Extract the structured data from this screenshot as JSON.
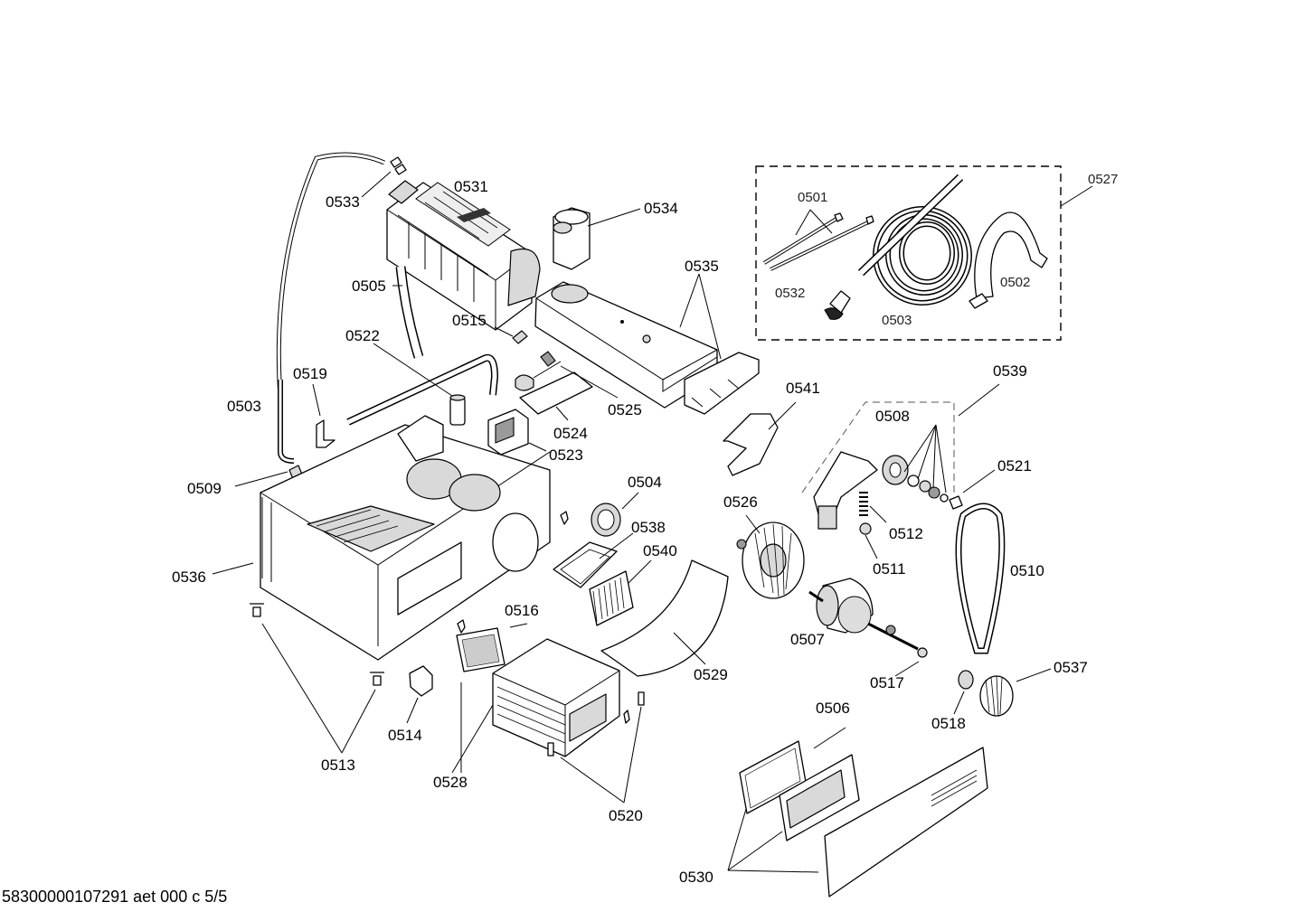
{
  "document": {
    "footer": "58300000107291 aet 000 c 5/5"
  },
  "labels": {
    "p0531": "0531",
    "p0533": "0533",
    "p0534": "0534",
    "p0535": "0535",
    "p0505": "0505",
    "p0515": "0515",
    "p0522": "0522",
    "p0519": "0519",
    "p0503": "0503",
    "p0525": "0525",
    "p0524": "0524",
    "p0523": "0523",
    "p0509": "0509",
    "p0504": "0504",
    "p0538": "0538",
    "p0540": "0540",
    "p0536": "0536",
    "p0516": "0516",
    "p0513": "0513",
    "p0514": "0514",
    "p0528": "0528",
    "p0520": "0520",
    "p0529": "0529",
    "p0541": "0541",
    "p0526": "0526",
    "p0507": "0507",
    "p0517": "0517",
    "p0508": "0508",
    "p0512": "0512",
    "p0511": "0511",
    "p0539": "0539",
    "p0521": "0521",
    "p0510": "0510",
    "p0537": "0537",
    "p0518": "0518",
    "p0506": "0506",
    "p0530": "0530"
  },
  "kit": {
    "p0527": "0527",
    "p0501": "0501",
    "p0532": "0532",
    "p0503b": "0503",
    "p0502": "0502"
  }
}
